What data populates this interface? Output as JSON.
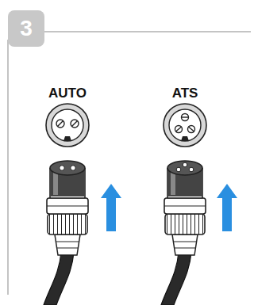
{
  "diagram": {
    "nodes": [
      {
        "text": [
          "3"
        ]
      }
    ],
    "labels": [
      "AUTO",
      "ATS"
    ]
  }
}
